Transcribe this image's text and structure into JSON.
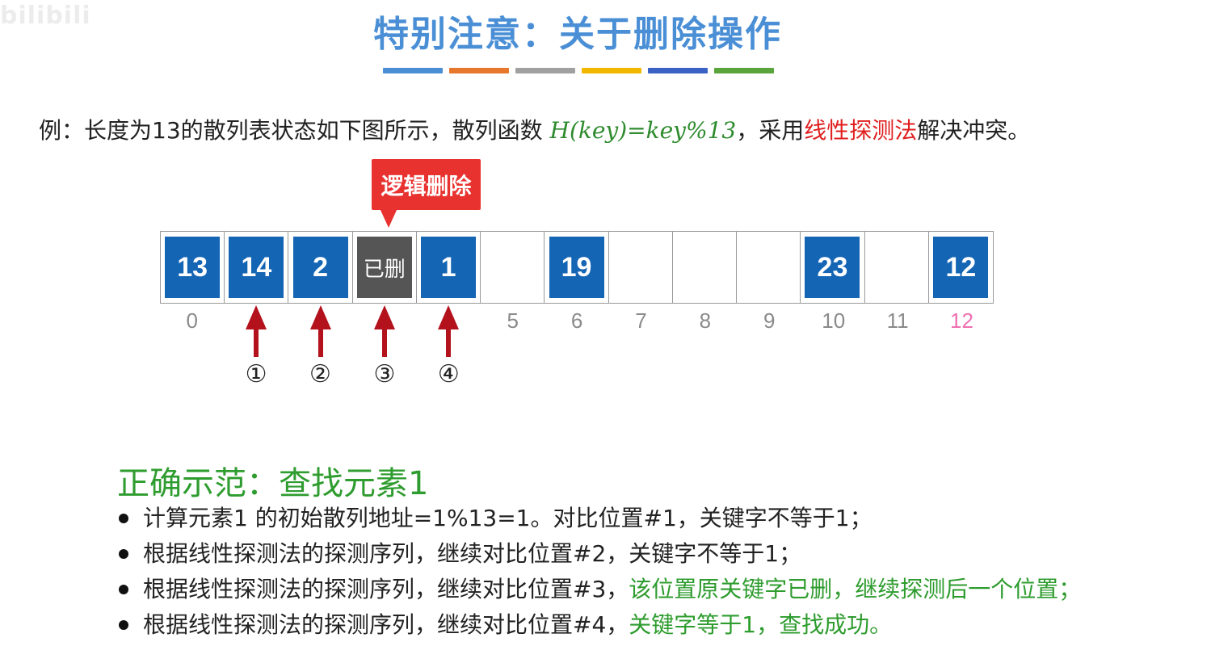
{
  "watermark": "bilibili",
  "title": "特别注意：关于删除操作",
  "title_bar_colors": [
    "#4a8fd6",
    "#e8772e",
    "#a0a0a0",
    "#f2b700",
    "#3a62c4",
    "#5aa43c"
  ],
  "example": {
    "prefix": "例：长度为13的散列表状态如下图所示，散列函数 ",
    "formula": "H(key)=key%13",
    "middle": "，采用",
    "method": "线性探测法",
    "suffix": "解决冲突。"
  },
  "callout": "逻辑删除",
  "table": {
    "cells": [
      "13",
      "14",
      "2",
      "已删",
      "1",
      "",
      "19",
      "",
      "",
      "",
      "23",
      "",
      "12"
    ],
    "indices": [
      "0",
      "1",
      "2",
      "3",
      "4",
      "5",
      "6",
      "7",
      "8",
      "9",
      "10",
      "11",
      "12"
    ],
    "value_color": "#1565b5",
    "deleted_color": "#555555"
  },
  "arrows": {
    "color": "#b3121c",
    "steps": [
      "①",
      "②",
      "③",
      "④"
    ]
  },
  "correct_demo": {
    "title": "正确示范：查找元素1",
    "lines": [
      {
        "text": "计算元素1 的初始散列地址=1%13=1。对比位置#1，关键字不等于1；",
        "green": ""
      },
      {
        "text": "根据线性探测法的探测序列，继续对比位置#2，关键字不等于1；",
        "green": ""
      },
      {
        "text": "根据线性探测法的探测序列，继续对比位置#3，",
        "green": "该位置原关键字已删，继续探测后一个位置；"
      },
      {
        "text": "根据线性探测法的探测序列，继续对比位置#4，",
        "green": "关键字等于1，查找成功。"
      }
    ]
  }
}
